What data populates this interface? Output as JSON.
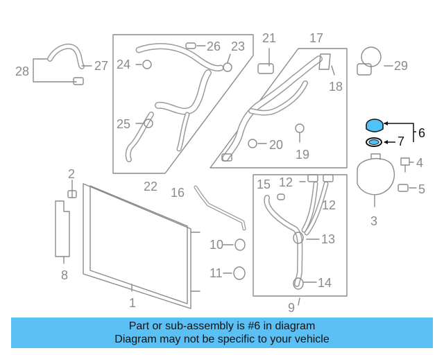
{
  "callouts": {
    "c1": "1",
    "c2": "2",
    "c3": "3",
    "c4": "4",
    "c5": "5",
    "c6": "6",
    "c7": "7",
    "c8": "8",
    "c9": "9",
    "c10": "10",
    "c11": "11",
    "c12a": "12",
    "c12b": "12",
    "c13": "13",
    "c14": "14",
    "c15": "15",
    "c16": "16",
    "c17": "17",
    "c18": "18",
    "c19": "19",
    "c20": "20",
    "c21": "21",
    "c22": "22",
    "c23": "23",
    "c24": "24",
    "c25": "25",
    "c26": "26",
    "c27": "27",
    "c28": "28",
    "c29": "29"
  },
  "highlight_part": "6",
  "colors": {
    "line_art": "#8a8a8a",
    "highlight": "#111111",
    "part_fill": "#4fc3f7",
    "banner_bg": "#5bc0f3"
  },
  "banner": {
    "line1": "Part or sub-assembly is #6 in diagram",
    "line2": "Diagram may not be specific to your vehicle"
  }
}
